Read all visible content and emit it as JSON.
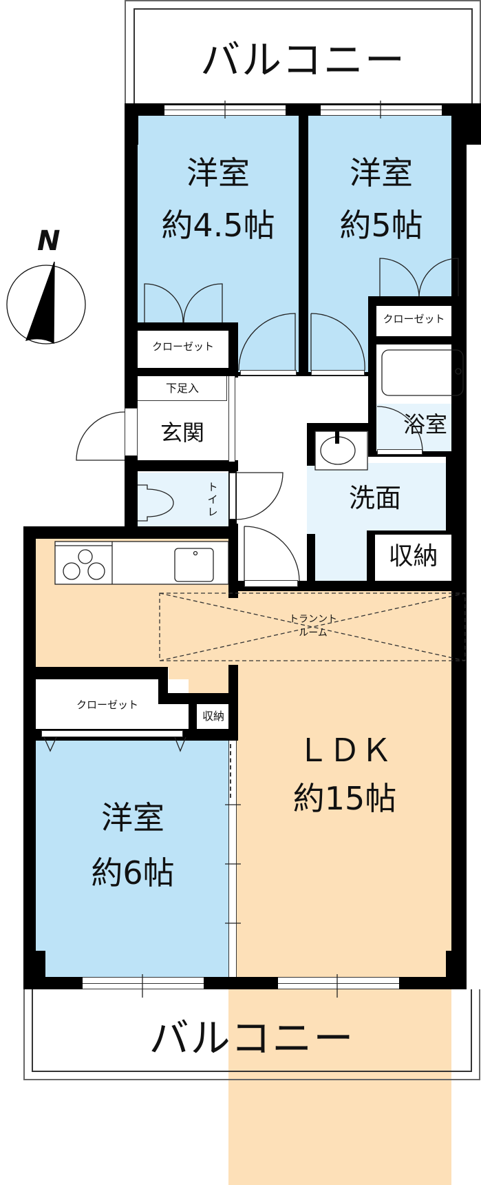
{
  "balconies": {
    "top_label": "バルコニー",
    "bottom_label": "バルコニー"
  },
  "compass": {
    "north_label": "N",
    "icon": "north-arrow-icon"
  },
  "rooms": {
    "western_room_1": {
      "name": "洋室",
      "size": "約4.5帖"
    },
    "western_room_2": {
      "name": "洋室",
      "size": "約5帖"
    },
    "western_room_3": {
      "name": "洋室",
      "size": "約6帖"
    },
    "ldk": {
      "name": "ＬＤＫ",
      "size": "約15帖"
    },
    "closet_1": {
      "name": "クローゼット"
    },
    "closet_2": {
      "name": "クローゼット"
    },
    "closet_3": {
      "name": "クローゼット"
    },
    "shoe_storage": {
      "name": "下足入"
    },
    "entrance": {
      "name": "玄関"
    },
    "toilet": {
      "name": "トイレ"
    },
    "bathroom": {
      "name": "浴室"
    },
    "washroom": {
      "name": "洗面"
    },
    "storage_1": {
      "name": "収納"
    },
    "storage_2": {
      "name": "収納"
    },
    "trunk_room": {
      "line1": "トランント",
      "line2": "ルーム"
    }
  },
  "colors": {
    "western_room": "#bde3f7",
    "wet_area": "#e6f4fc",
    "ldk": "#fde0b8",
    "wall": "#000000"
  }
}
